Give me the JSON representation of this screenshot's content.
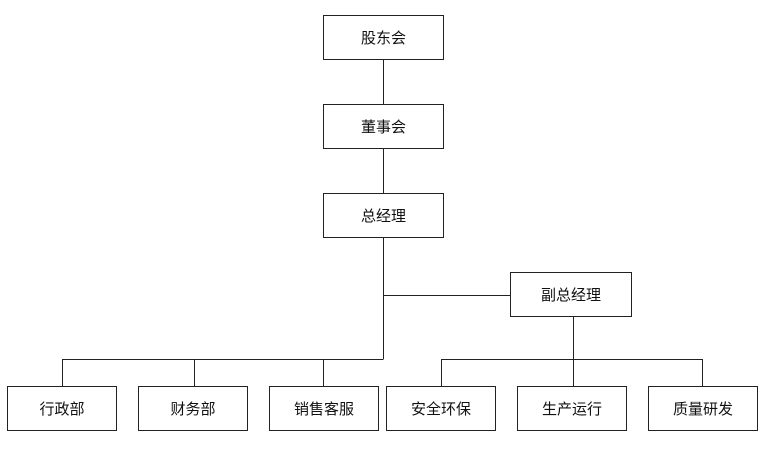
{
  "org_chart": {
    "shareholders": "股东会",
    "board": "董事会",
    "general_manager": "总经理",
    "deputy_general_manager": "副总经理",
    "departments_gm": [
      "行政部",
      "财务部",
      "销售客服"
    ],
    "departments_deputy": [
      "安全环保",
      "生产运行",
      "质量研发"
    ]
  },
  "colors": {
    "line": "#222222",
    "box_border": "#222222",
    "background": "#ffffff",
    "text": "#111111"
  }
}
